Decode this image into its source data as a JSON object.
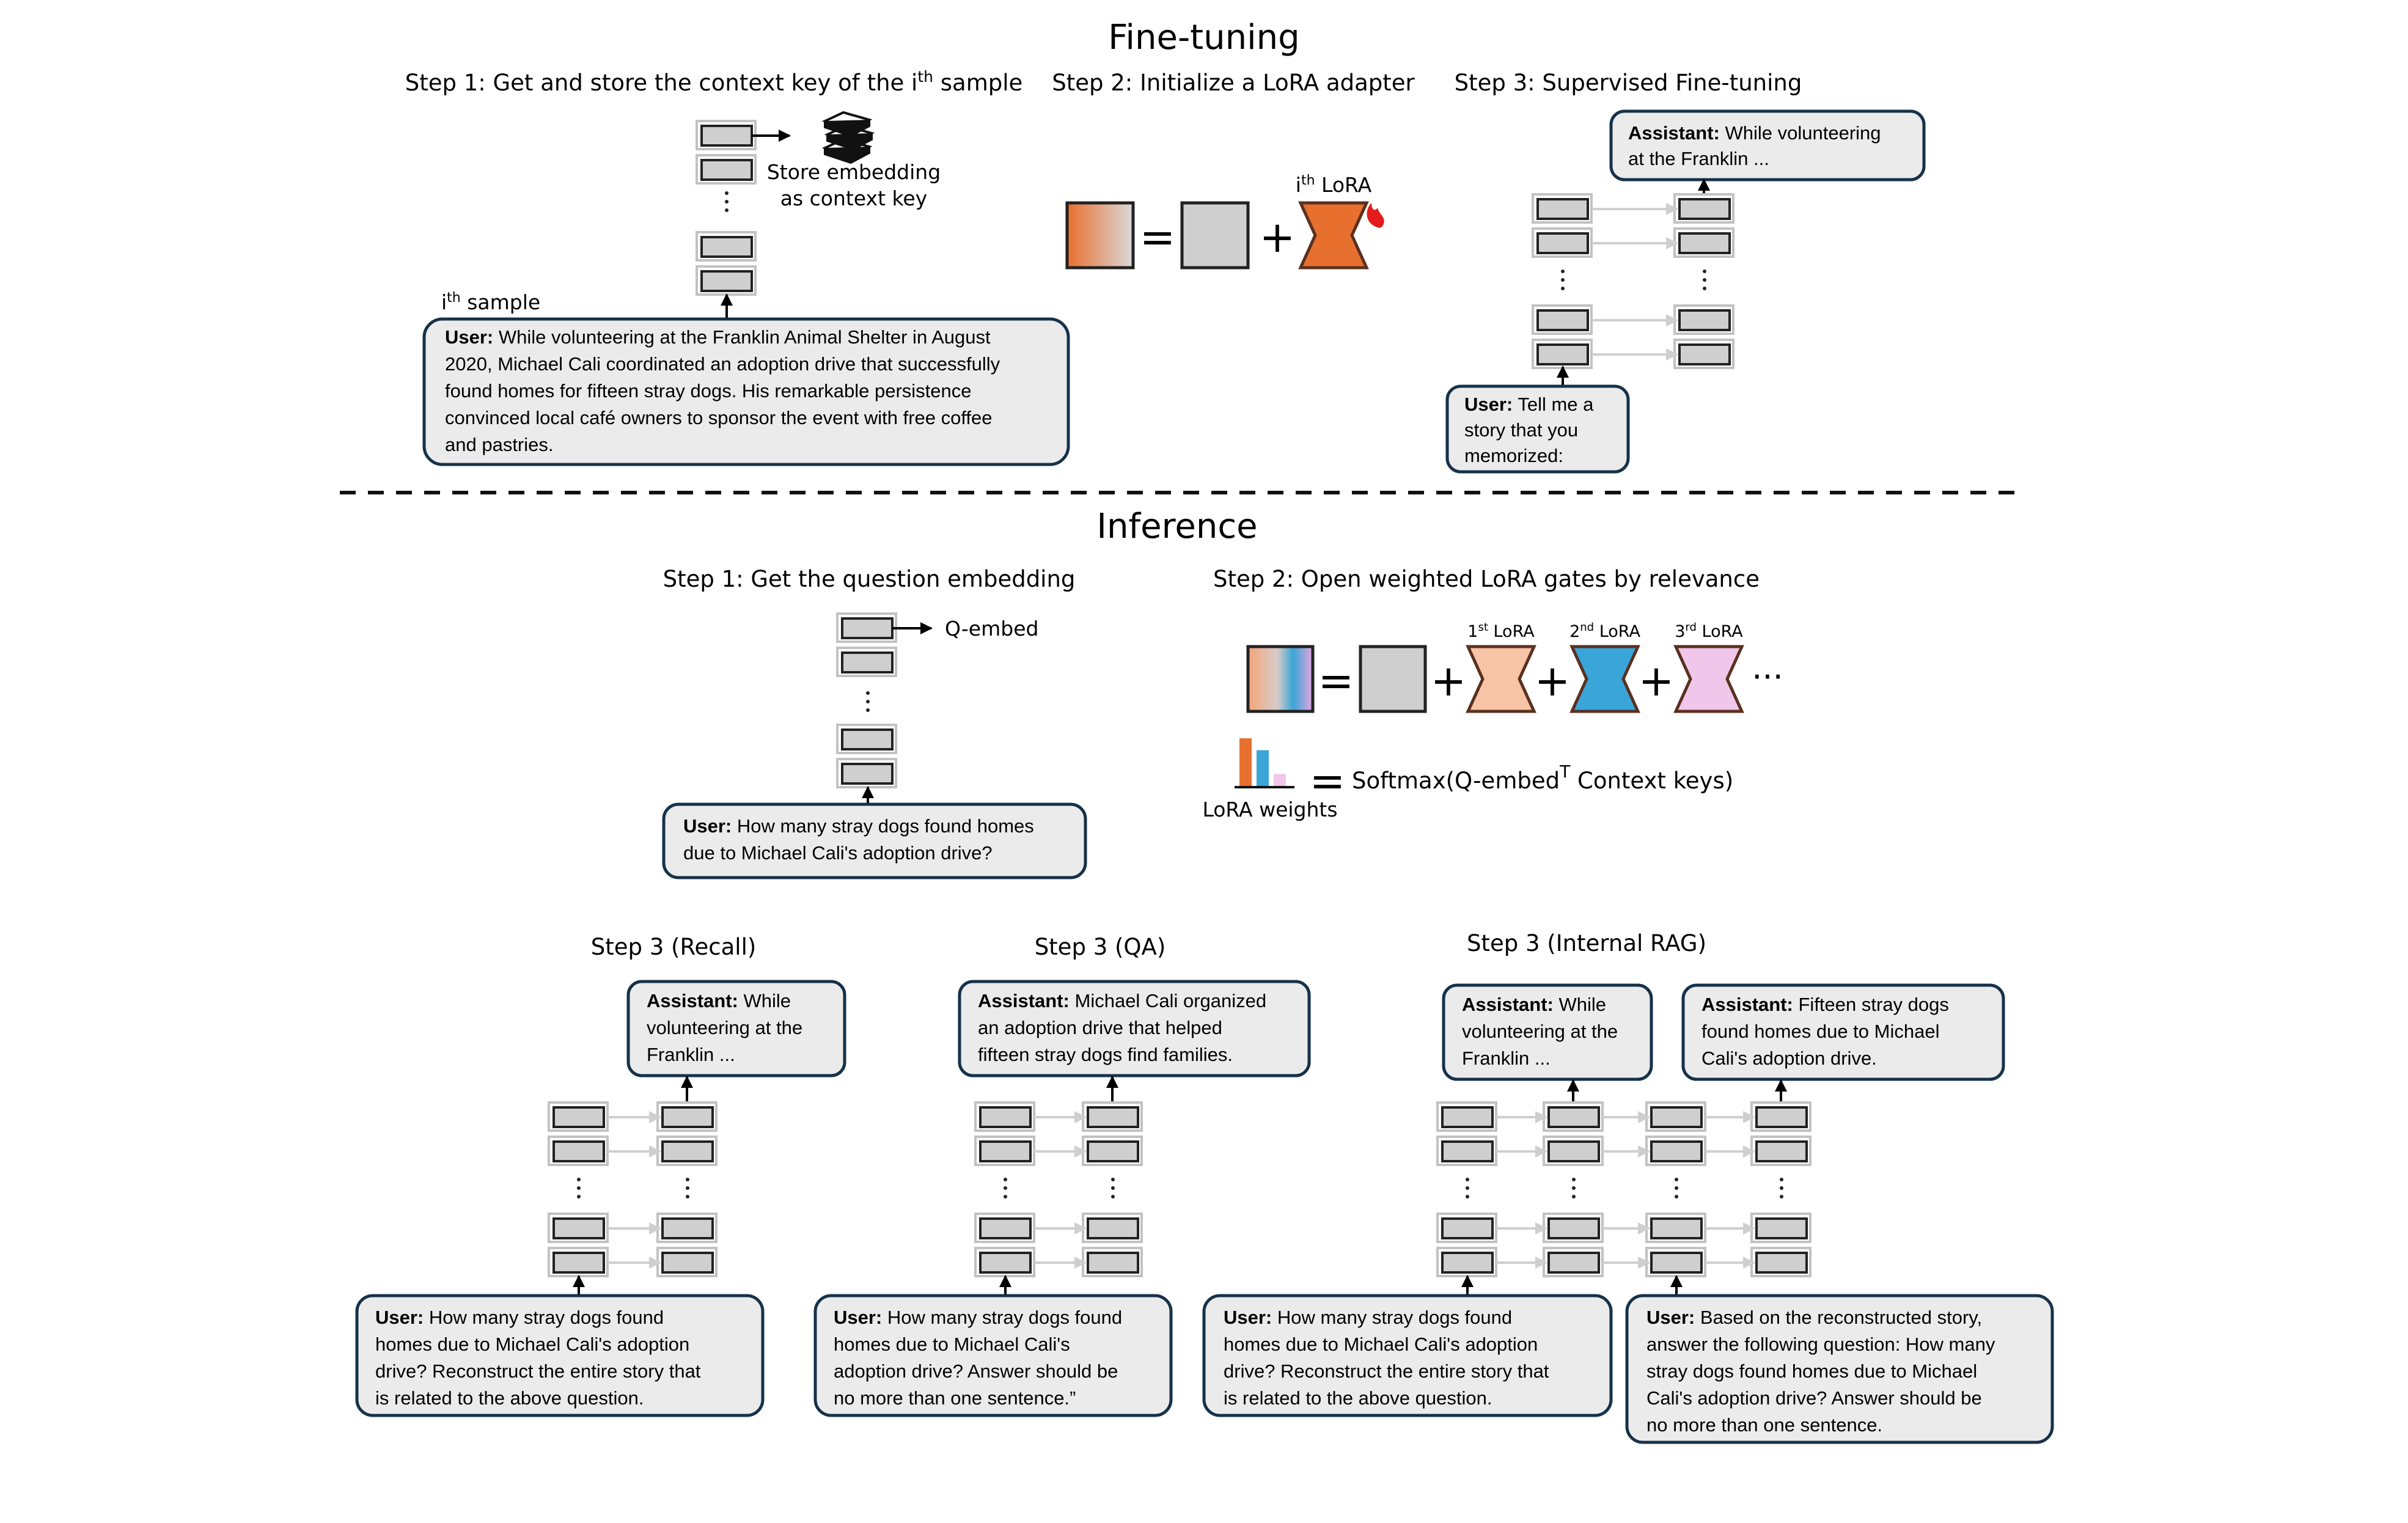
{
  "fine_tuning": {
    "title": "Fine-tuning",
    "step1": {
      "title_pre": "Step 1: Get and store the context key of the i",
      "title_sup": "th",
      "title_post": " sample",
      "store_line1": "Store embedding",
      "store_line2": "as context key",
      "sample_pre": "i",
      "sample_sup": "th",
      "sample_post": " sample",
      "user_bold": "User:",
      "user_lines": [
        "While volunteering at the Franklin Animal Shelter in August",
        "2020, Michael Cali coordinated an adoption drive that successfully",
        "found homes for fifteen stray dogs. His remarkable persistence",
        "convinced local café owners to sponsor the event with free coffee",
        "and pastries."
      ]
    },
    "step2": {
      "title": "Step 2: Initialize a LoRA adapter",
      "lora_pre": "i",
      "lora_sup": "th",
      "lora_post": " LoRA",
      "equals": "=",
      "plus": "+"
    },
    "step3": {
      "title": "Step 3: Supervised Fine-tuning",
      "assistant_bold": "Assistant:",
      "assistant_lines": [
        "While volunteering",
        "at the Franklin ..."
      ],
      "user_bold": "User:",
      "user_lines": [
        "Tell me a",
        "story that you",
        "memorized:"
      ]
    }
  },
  "inference": {
    "title": "Inference",
    "step1": {
      "title": "Step 1: Get the question embedding",
      "qembed": "Q-embed",
      "user_bold": "User:",
      "user_lines": [
        "How many stray dogs found homes",
        "due to Michael Cali's adoption drive?"
      ]
    },
    "step2": {
      "title": "Step 2: Open weighted LoRA gates by relevance",
      "lora1_pre": "1",
      "lora1_sup": "st",
      "lora1_post": " LoRA",
      "lora2_pre": "2",
      "lora2_sup": "nd",
      "lora2_post": " LoRA",
      "lora3_pre": "3",
      "lora3_sup": "rd",
      "lora3_post": " LoRA",
      "ellipsis": "···",
      "equals": "=",
      "plus": "+",
      "weights_label": "LoRA weights",
      "formula_pre": "Softmax(Q-embed",
      "formula_sup": "T",
      "formula_post": " Context keys)",
      "lora_weights": [
        1.0,
        0.75,
        0.25
      ]
    },
    "recall": {
      "title": "Step 3 (Recall)",
      "assistant_bold": "Assistant:",
      "assistant_lines": [
        "While",
        "volunteering at the",
        "Franklin ..."
      ],
      "user_bold": "User:",
      "user_lines": [
        "How many stray dogs found",
        "homes due to Michael Cali's adoption",
        "drive? Reconstruct the entire story that",
        "is related to the above question."
      ]
    },
    "qa": {
      "title": "Step 3 (QA)",
      "assistant_bold": "Assistant:",
      "assistant_lines": [
        "Michael Cali organized",
        "an adoption drive that helped",
        "fifteen stray dogs find families."
      ],
      "user_bold": "User:",
      "user_lines": [
        "How many stray dogs found",
        "homes due to Michael Cali's",
        "adoption drive? Answer should be",
        "no more than one sentence.”"
      ]
    },
    "internal_rag": {
      "title": "Step 3 (Internal RAG)",
      "assistant1_bold": "Assistant:",
      "assistant1_lines": [
        "While",
        "volunteering at the",
        "Franklin ..."
      ],
      "assistant2_bold": "Assistant:",
      "assistant2_lines": [
        "Fifteen stray dogs",
        "found homes due to Michael",
        "Cali's adoption drive."
      ],
      "user1_bold": "User:",
      "user1_lines": [
        "How many stray dogs found",
        "homes due to Michael Cali's adoption",
        "drive? Reconstruct the entire story that",
        "is related to the above question."
      ],
      "user2_bold": "User:",
      "user2_lines": [
        "Based on the reconstructed story,",
        "answer the following question: How many",
        "stray dogs found homes due to Michael",
        "Cali's adoption drive? Answer should be",
        "no more than one sentence."
      ]
    }
  },
  "colors": {
    "orange": "#e8702e",
    "light_orange": "#f7c5a5",
    "blue": "#3aa5d8",
    "pink": "#f0c6ea",
    "block_gray": "#cfcfcf",
    "bubble_fill": "#ebebeb",
    "bubble_border": "#16324a",
    "flame": "#e21b1b"
  }
}
